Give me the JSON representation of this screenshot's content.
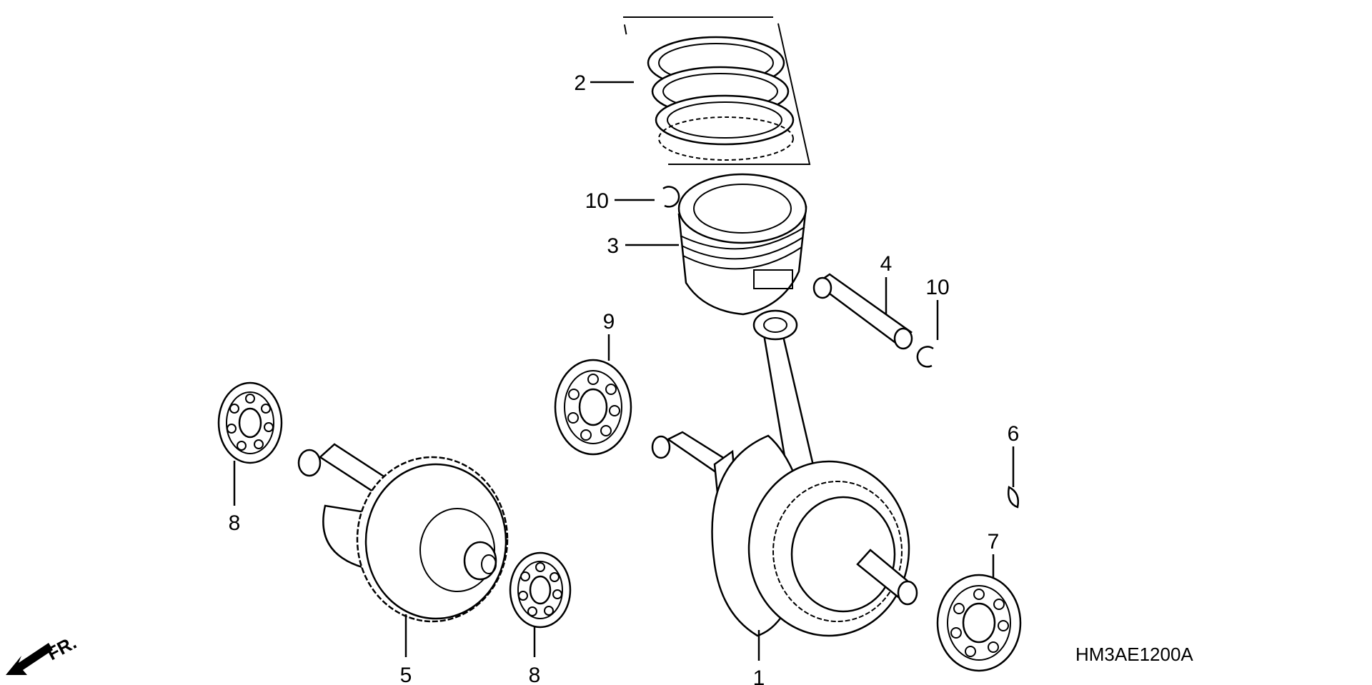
{
  "diagram": {
    "drawing_code": "HM3AE1200A",
    "direction_label": "FR.",
    "callouts": {
      "crankshaft": "1",
      "piston_ring_set": "2",
      "piston": "3",
      "piston_pin": "4",
      "balancer_shaft": "5",
      "woodruff_key": "6",
      "crank_bearing_right": "7",
      "balancer_bearing_left": "8",
      "balancer_bearing_right": "8",
      "crank_bearing_left": "9",
      "pin_clip_left": "10",
      "pin_clip_right": "10"
    }
  }
}
